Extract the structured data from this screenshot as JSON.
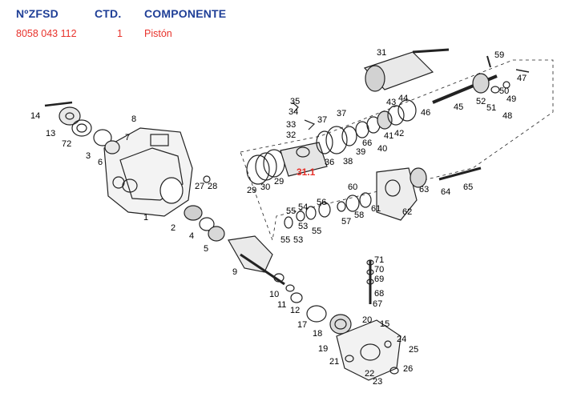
{
  "header": {
    "code": "NºZFSD",
    "qty": "CTD.",
    "component": "COMPONENTE"
  },
  "row": {
    "code": "8058 043 112",
    "qty": "1",
    "name": "Pistón"
  },
  "diagram": {
    "highlight": "31.1",
    "highlight_color": "#e8322b",
    "labels": [
      "1",
      "2",
      "3",
      "4",
      "5",
      "6",
      "7",
      "8",
      "9",
      "10",
      "11",
      "12",
      "13",
      "14",
      "15",
      "17",
      "18",
      "19",
      "20",
      "21",
      "22",
      "23",
      "24",
      "25",
      "26",
      "27",
      "28",
      "29",
      "30",
      "31",
      "32",
      "33",
      "34",
      "35",
      "36",
      "37",
      "38",
      "39",
      "40",
      "41",
      "42",
      "43",
      "44",
      "45",
      "46",
      "47",
      "48",
      "49",
      "50",
      "51",
      "52",
      "53",
      "54",
      "55",
      "56",
      "57",
      "58",
      "59",
      "60",
      "61",
      "62",
      "63",
      "64",
      "65",
      "66",
      "67",
      "68",
      "69",
      "70",
      "71",
      "72"
    ],
    "labels_extra": [
      "29",
      "55"
    ]
  }
}
